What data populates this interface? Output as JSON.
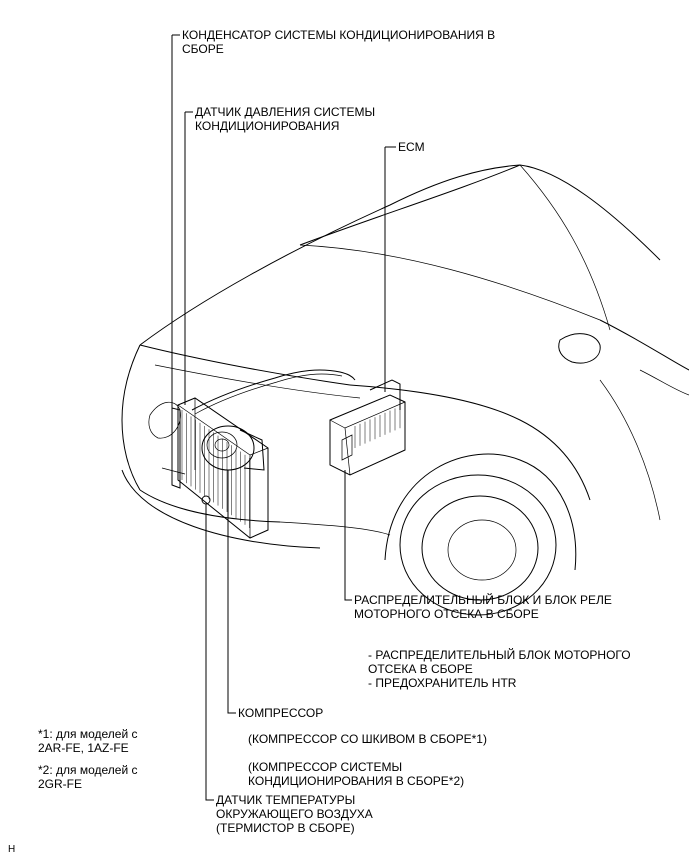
{
  "labels": {
    "condenser": "КОНДЕНСАТОР СИСТЕМЫ КОНДИЦИОНИРОВАНИЯ В\nСБОРЕ",
    "pressure_sensor": "ДАТЧИК ДАВЛЕНИЯ СИСТЕМЫ\nКОНДИЦИОНИРОВАНИЯ",
    "ecm": "ECM",
    "relay_block": "РАСПРЕДЕЛИТЕЛЬНЫЙ БЛОК И БЛОК РЕЛЕ\nМОТОРНОГО ОТСЕКА В СБОРЕ",
    "relay_block_items": "- РАСПРЕДЕЛИТЕЛЬНЫЙ БЛОК МОТОРНОГО\nОТСЕКА В СБОРЕ\n- ПРЕДОХРАНИТЕЛЬ HTR",
    "compressor": "КОМПРЕССОР",
    "compressor_note1": "(КОМПРЕССОР СО ШКИВОМ В СБОРЕ*1)",
    "compressor_note2": "(КОМПРЕССОР СИСТЕМЫ\nКОНДИЦИОНИРОВАНИЯ В СБОРЕ*2)",
    "ambient_sensor": "ДАТЧИК ТЕМПЕРАТУРЫ\nОКРУЖАЮЩЕГО ВОЗДУХА\n(ТЕРМИСТОР В СБОРЕ)",
    "footnote1": "*1: для моделей с\n2AR-FE, 1AZ-FE",
    "footnote2": "*2: для моделей с\n2GR-FE",
    "corner_mark": "H"
  }
}
